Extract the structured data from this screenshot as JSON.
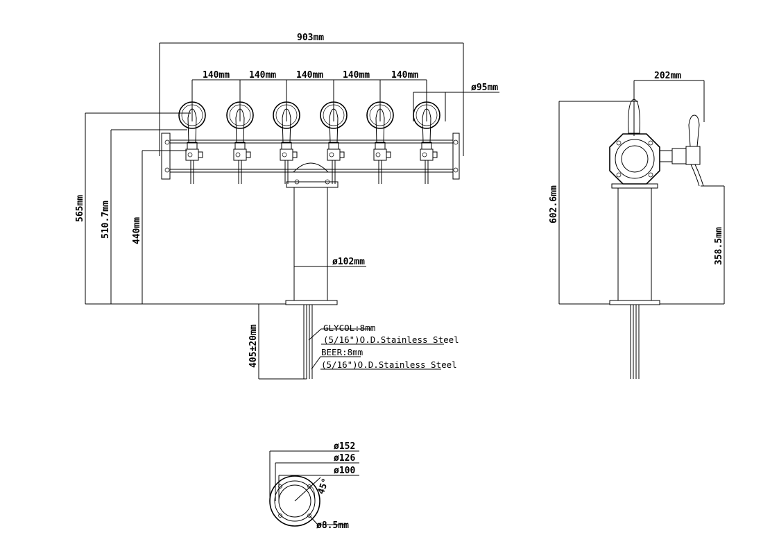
{
  "dimensions": {
    "overall_width": "903mm",
    "tap_spacing": [
      "140mm",
      "140mm",
      "140mm",
      "140mm",
      "140mm"
    ],
    "medallion_diameter": "ø95mm",
    "height_total": "565mm",
    "height_tap_center": "510.7mm",
    "height_spout": "440mm",
    "column_diameter": "ø102mm",
    "shank_length": "405±20mm",
    "side_depth": "202mm",
    "side_height": "602.6mm",
    "side_spout_height": "358.5mm",
    "base_outer": "ø152",
    "base_bolt_circle": "ø126",
    "base_inner": "ø100",
    "bolt_angle": "45°",
    "bolt_hole": "ø8.5mm"
  },
  "notes": {
    "glycol_line1": "GLYCOL:8mm",
    "glycol_line2": "(5/16\")O.D.Stainless Steel",
    "beer_line1": "BEER:8mm",
    "beer_line2": "(5/16\")O.D.Stainless Steel"
  }
}
